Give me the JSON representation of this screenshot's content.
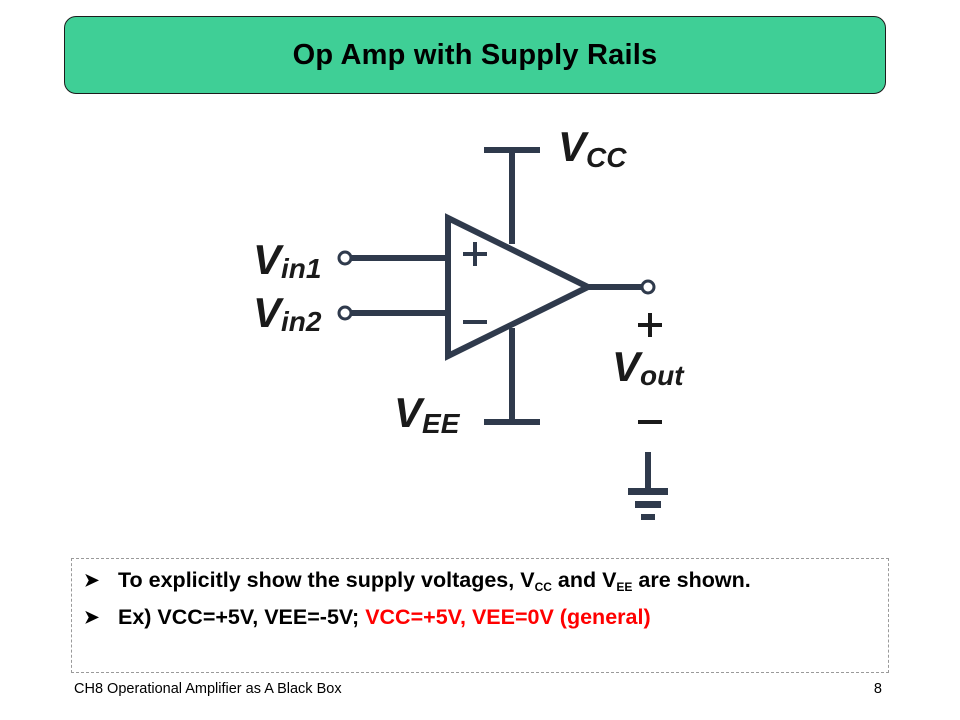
{
  "slide": {
    "title": "Op Amp with Supply Rails",
    "footer_left": "CH8 Operational Amplifier as A Black Box",
    "page_number": "8"
  },
  "diagram": {
    "vcc_main": "V",
    "vcc_sub": "CC",
    "vee_main": "V",
    "vee_sub": "EE",
    "vin1_main": "V",
    "vin1_sub": "in1",
    "vin2_main": "V",
    "vin2_sub": "in2",
    "vout_main": "V",
    "vout_sub": "out",
    "plus_input": "+",
    "minus_input": "−",
    "vout_plus": "+",
    "vout_minus": "−",
    "line_color": "#2f3a4c"
  },
  "bullets": {
    "items": [
      {
        "part1": "To explicitly show the supply voltages, V",
        "sub1": "CC",
        "part2": " and V",
        "sub2": "EE",
        "part3": " are shown."
      },
      {
        "black": "Ex) VCC=+5V, VEE=-5V; ",
        "red": "VCC=+5V, VEE=0V (general)",
        "red_color": "#ff0000"
      }
    ],
    "marker": "➤"
  },
  "colors": {
    "title_background": "#3fcf96",
    "title_border": "#1c1c1c"
  }
}
